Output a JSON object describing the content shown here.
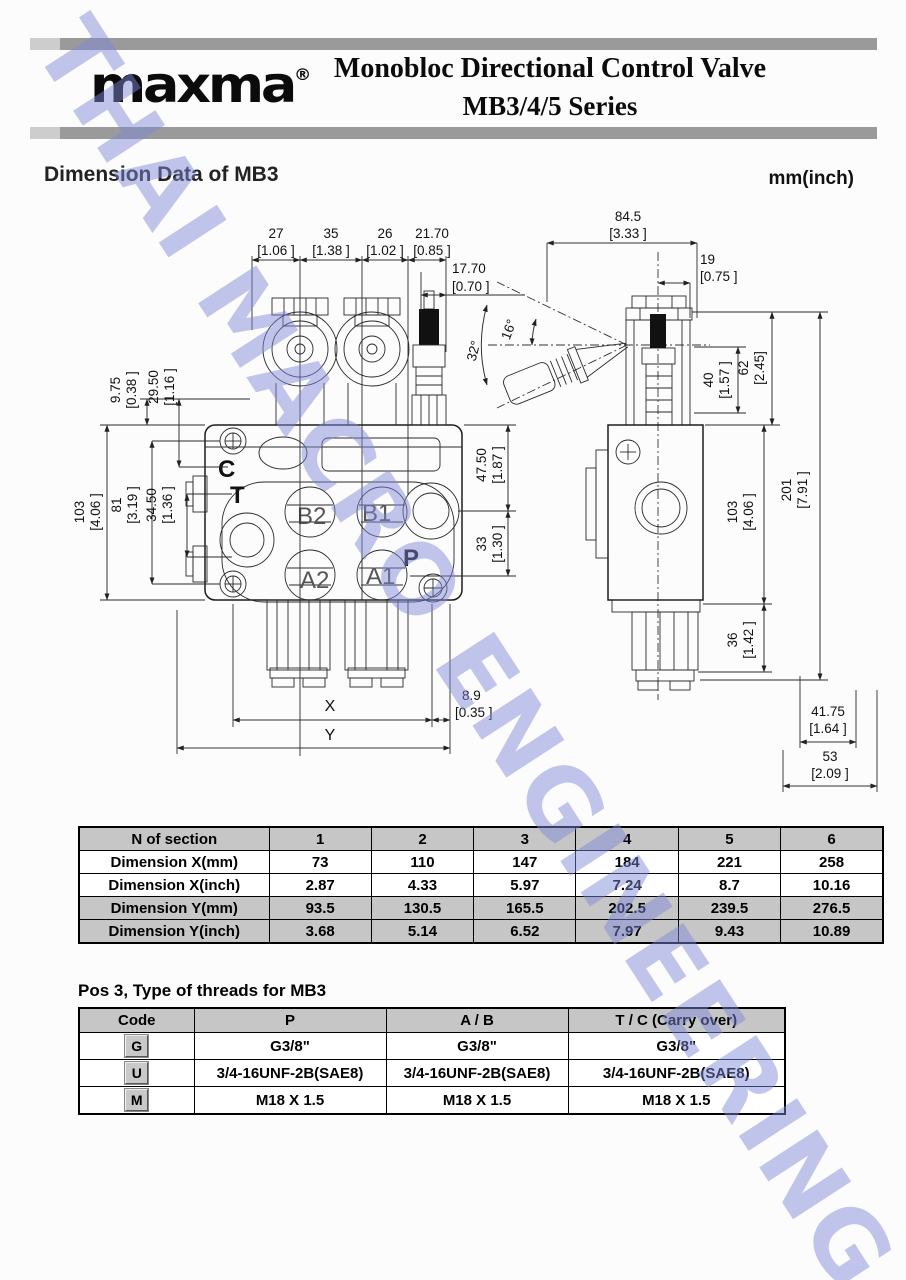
{
  "header": {
    "logo_text": "maxma",
    "registered_mark": "®",
    "title_line1": "Monobloc Directional Control Valve",
    "title_line2": "MB3/4/5 Series"
  },
  "section": {
    "title": "Dimension Data of MB3",
    "unit_label": "mm(inch)"
  },
  "watermark": {
    "text": "THAI MACRO ENGINEERING",
    "color": "#8089d8"
  },
  "drawing": {
    "ports": {
      "c": "C",
      "t": "T",
      "b2": "B2",
      "b1": "B1",
      "p": "P",
      "a2": "A2",
      "a1": "A1"
    },
    "angles": {
      "lever_cone": "32°",
      "lever_half": "16°"
    },
    "axis_labels": {
      "x": "X",
      "y": "Y"
    },
    "front_dims": {
      "w27": {
        "mm": "27",
        "inch": "[1.06 ]"
      },
      "w35": {
        "mm": "35",
        "inch": "[1.38 ]"
      },
      "w26": {
        "mm": "26",
        "inch": "[1.02 ]"
      },
      "w21_70": {
        "mm": "21.70",
        "inch": "[0.85 ]"
      },
      "w17_70": {
        "mm": "17.70",
        "inch": "[0.70 ]"
      },
      "h9_75": {
        "mm": "9.75",
        "inch": "[0.38 ]"
      },
      "h29_50": {
        "mm": "29.50",
        "inch": "[1.16 ]"
      },
      "h103": {
        "mm": "103",
        "inch": "[4.06 ]"
      },
      "h81": {
        "mm": "81",
        "inch": "[3.19 ]"
      },
      "h34_50": {
        "mm": "34.50",
        "inch": "[1.36 ]"
      },
      "h47_50": {
        "mm": "47.50",
        "inch": "[1.87 ]"
      },
      "h33": {
        "mm": "33",
        "inch": "[1.30 ]"
      },
      "w8_9": {
        "mm": "8.9",
        "inch": "[0.35 ]"
      }
    },
    "side_dims": {
      "w84_5": {
        "mm": "84.5",
        "inch": "[3.33 ]"
      },
      "w19": {
        "mm": "19",
        "inch": "[0.75 ]"
      },
      "h40": {
        "mm": "40",
        "inch": "[1.57 ]"
      },
      "h62": {
        "mm": "62",
        "inch": "[2.45]"
      },
      "h201": {
        "mm": "201",
        "inch": "[7.91 ]"
      },
      "h103": {
        "mm": "103",
        "inch": "[4.06 ]"
      },
      "h36": {
        "mm": "36",
        "inch": "[1.42 ]"
      },
      "w41_75": {
        "mm": "41.75",
        "inch": "[1.64 ]"
      },
      "w53": {
        "mm": "53",
        "inch": "[2.09 ]"
      }
    }
  },
  "dimension_table": {
    "rows": [
      {
        "label": "N of section",
        "values": [
          "1",
          "2",
          "3",
          "4",
          "5",
          "6"
        ]
      },
      {
        "label": "Dimension X(mm)",
        "values": [
          "73",
          "110",
          "147",
          "184",
          "221",
          "258"
        ]
      },
      {
        "label": "Dimension X(inch)",
        "values": [
          "2.87",
          "4.33",
          "5.97",
          "7.24",
          "8.7",
          "10.16"
        ]
      },
      {
        "label": "Dimension Y(mm)",
        "values": [
          "93.5",
          "130.5",
          "165.5",
          "202.5",
          "239.5",
          "276.5"
        ]
      },
      {
        "label": "Dimension Y(inch)",
        "values": [
          "3.68",
          "5.14",
          "6.52",
          "7.97",
          "9.43",
          "10.89"
        ]
      }
    ]
  },
  "threads_table": {
    "title": "Pos 3, Type of threads for MB3",
    "headers": [
      "Code",
      "P",
      "A / B",
      "T / C (Carry over)"
    ],
    "rows": [
      {
        "code": "G",
        "p": "G3/8\"",
        "ab": "G3/8\"",
        "tc": "G3/8\""
      },
      {
        "code": "U",
        "p": "3/4-16UNF-2B(SAE8)",
        "ab": "3/4-16UNF-2B(SAE8)",
        "tc": "3/4-16UNF-2B(SAE8)"
      },
      {
        "code": "M",
        "p": "M18 X 1.5",
        "ab": "M18 X 1.5",
        "tc": "M18 X 1.5"
      }
    ]
  }
}
